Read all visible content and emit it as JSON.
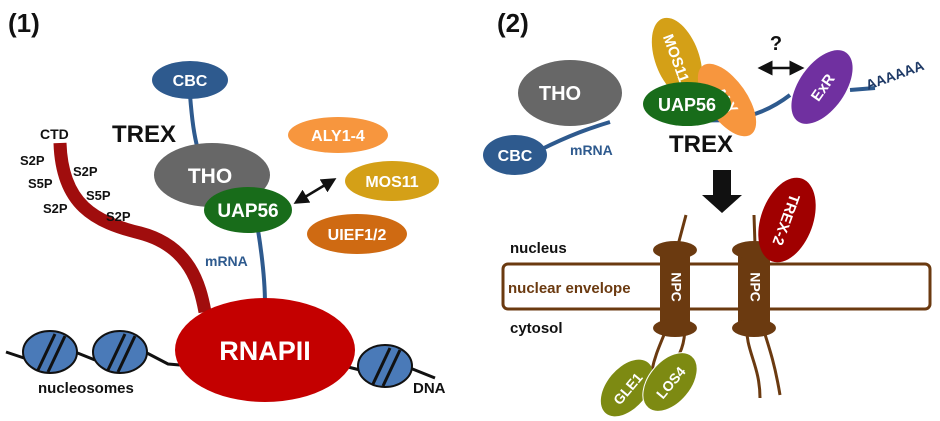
{
  "panel1": {
    "label": "(1)",
    "cbc": "CBC",
    "trex": "TREX",
    "tho": "THO",
    "uap56": "UAP56",
    "mrna": "mRNA",
    "aly": "ALY1-4",
    "mos11": "MOS11",
    "uief": "UIEF1/2",
    "ctd": "CTD",
    "phospho": [
      "S2P",
      "S5P",
      "S2P",
      "S2P",
      "S5P",
      "S2P"
    ],
    "rnapii": "RNAPII",
    "nucleosomes": "nucleosomes",
    "dna": "DNA"
  },
  "panel2": {
    "label": "(2)",
    "tho": "THO",
    "mos11": "MOS11",
    "uap56": "UAP56",
    "aly": "ALY",
    "question": "?",
    "exr": "ExR",
    "polya": "AAAAAA",
    "cbc": "CBC",
    "mrna": "mRNA",
    "trex": "TREX",
    "trex2": "TREX-2",
    "nucleus": "nucleus",
    "nuclear_envelope": "nuclear envelope",
    "cytosol": "cytosol",
    "npc": "NPC",
    "gle1": "GLE1",
    "los4": "LOS4"
  },
  "colors": {
    "cbc": "#2e5a8e",
    "tho": "#676767",
    "uap56": "#186c1a",
    "aly": "#f7963e",
    "mos11": "#d4a017",
    "uief": "#cf6a12",
    "rnapii": "#c40000",
    "ctd": "#a00d0d",
    "nucleosome": "#4a7ab8",
    "exr": "#7030a0",
    "trex2": "#a00000",
    "npc": "#6b3a10",
    "gle1": "#7d8a12"
  }
}
